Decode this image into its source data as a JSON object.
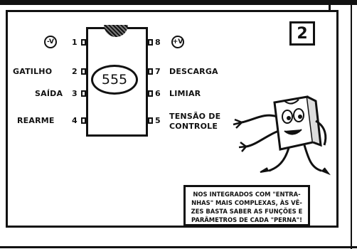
{
  "figure_number": "2",
  "chip_label": "555",
  "pins": [
    {
      "number": "1",
      "label": "-V",
      "circled": true
    },
    {
      "number": "2",
      "label": "GATILHO",
      "circled": false
    },
    {
      "number": "3",
      "label": "SAÍDA",
      "circled": false
    },
    {
      "number": "4",
      "label": "REARME",
      "circled": false
    },
    {
      "number": "8",
      "label": "+V",
      "circled": true
    },
    {
      "number": "7",
      "label": "DESCARGA",
      "circled": false
    },
    {
      "number": "6",
      "label": "LIMIAR",
      "circled": false
    },
    {
      "number": "5",
      "label": "TENSÃO DE",
      "label_line2": "CONTROLE",
      "circled": false
    }
  ],
  "note": {
    "line1": "NOS INTEGRADOS COM \"ENTRA-",
    "line2": "NHAS\" MAIS COMPLEXAS, ÀS VÊ-",
    "line3": "ZES BASTA SABER AS FUNÇÕES E",
    "line4": "PARÂMETROS DE CADA \"PERNA\"!"
  }
}
